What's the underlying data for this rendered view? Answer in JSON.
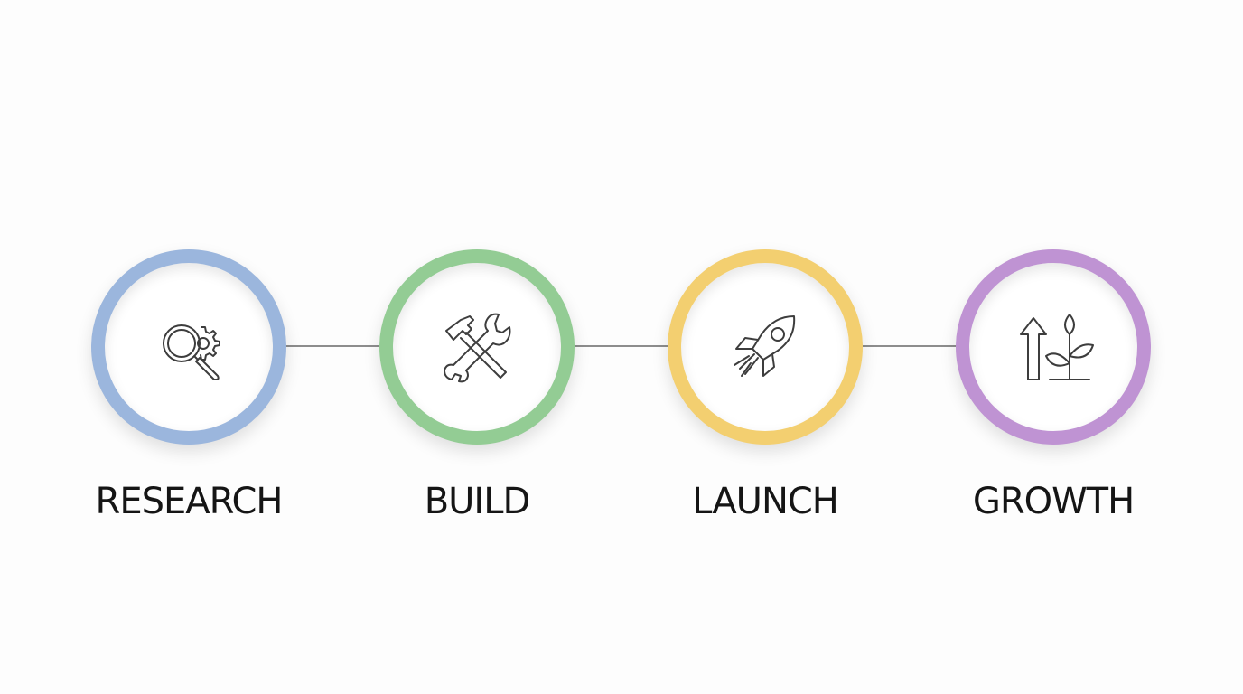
{
  "colors": {
    "research": "#9bb6dd",
    "build": "#93cc94",
    "launch": "#f3cf70",
    "growth": "#bf93d3",
    "connector": "#8d8d8d",
    "label_text": "#151515"
  },
  "steps": [
    {
      "label": "RESEARCH",
      "icon": "magnifier-gear-icon"
    },
    {
      "label": "BUILD",
      "icon": "hammer-wrench-icon"
    },
    {
      "label": "LAUNCH",
      "icon": "rocket-icon"
    },
    {
      "label": "GROWTH",
      "icon": "arrow-plant-icon"
    }
  ]
}
